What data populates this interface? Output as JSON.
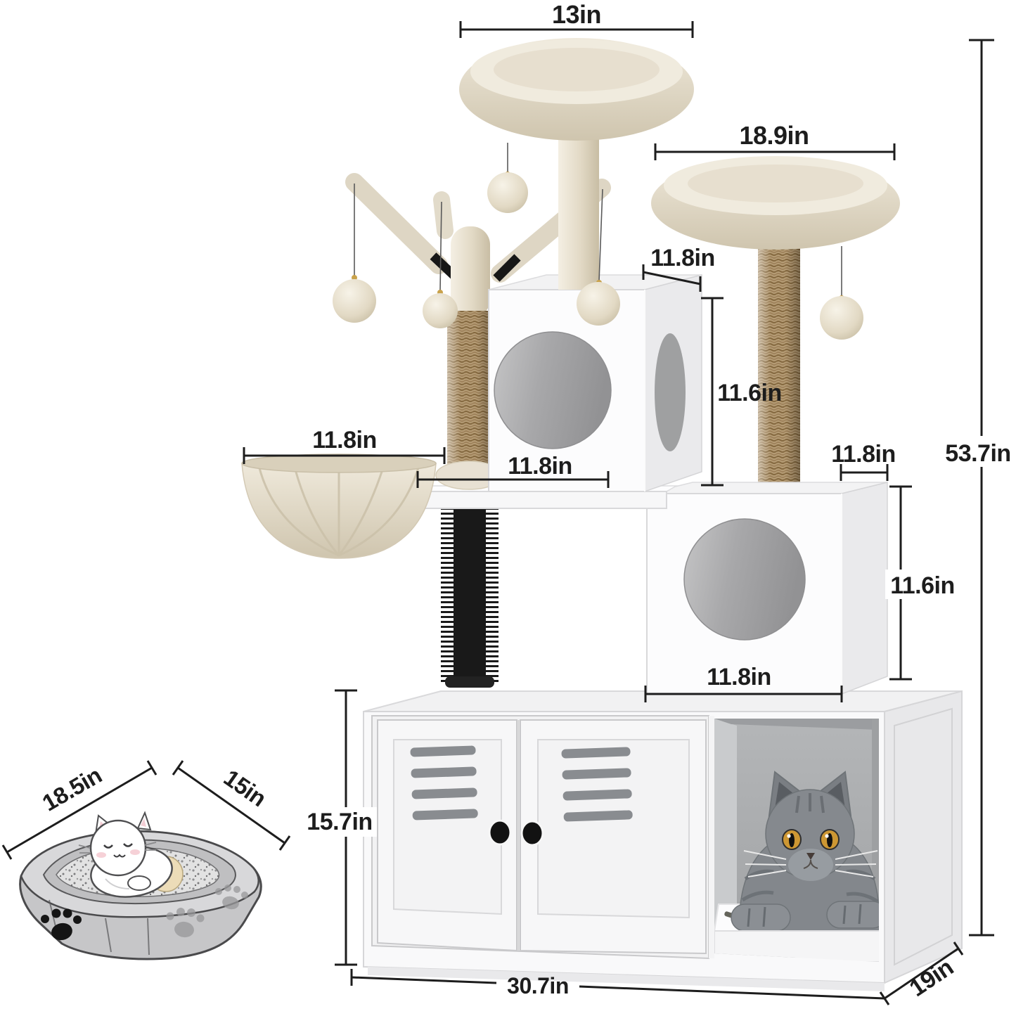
{
  "image_type": "product dimension diagram",
  "product": "cat tree tower with litter box enclosure and cat litter pan",
  "dimensions": {
    "top_perch_width": "13in",
    "second_perch_width": "18.9in",
    "upper_condo_depth": "11.8in",
    "upper_condo_height": "11.6in",
    "upper_condo_width": "11.8in",
    "hammock_width": "11.8in",
    "lower_condo_depth": "11.8in",
    "lower_condo_height": "11.6in",
    "lower_condo_width": "11.8in",
    "overall_height": "53.7in",
    "cabinet_height": "15.7in",
    "cabinet_width": "30.7in",
    "cabinet_depth": "19in",
    "litter_pan_length": "18.5in",
    "litter_pan_width": "15in"
  },
  "colors": {
    "background": "#ffffff",
    "dimension_line": "#1d1d1d",
    "label_text": "#1d1d1d",
    "plush_beige": "#e9e2d3",
    "sisal_brown": "#b59c75",
    "panel_white": "#f9f9fa",
    "hole_gray": "#a0a0a2",
    "knob_black": "#141414",
    "brush_black": "#1a1a1a",
    "cat_gray": "#84888d",
    "litter_pan_gray": "#c6c6c8"
  }
}
